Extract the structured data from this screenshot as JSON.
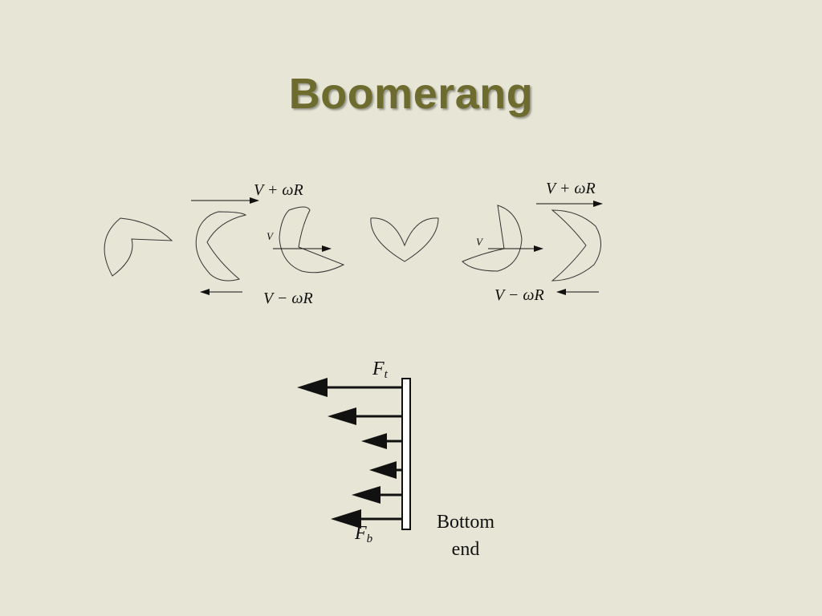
{
  "slide": {
    "title": "Boomerang"
  },
  "left_diagram": {
    "top_label": "V + ωR",
    "middle_label": "V",
    "bottom_label": "V − ωR"
  },
  "right_diagram": {
    "top_label": "V + ωR",
    "middle_label": "V",
    "bottom_label": "V − ωR"
  },
  "force_diagram": {
    "top_force": {
      "symbol": "F",
      "subscript": "t"
    },
    "bottom_force": {
      "symbol": "F",
      "subscript": "b"
    },
    "end_label_line1": "Bottom",
    "end_label_line2": "end"
  },
  "colors": {
    "background": "#e6e5d6",
    "title": "#6e6b2e",
    "ink": "#111111"
  }
}
